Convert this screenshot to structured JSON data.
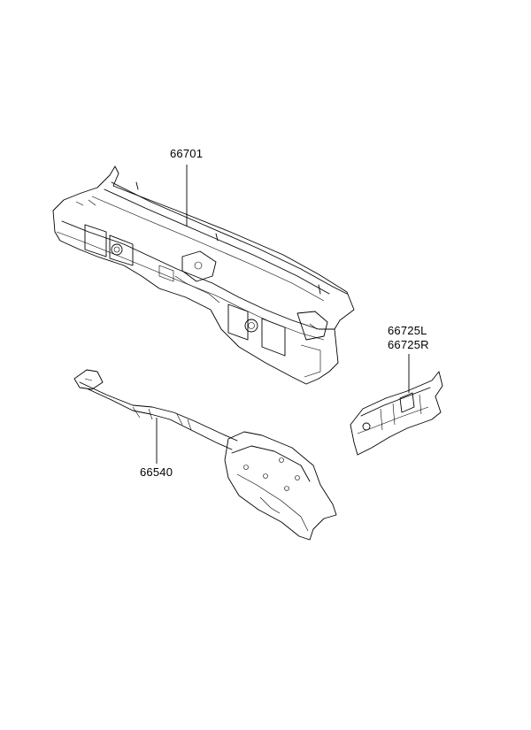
{
  "labels": {
    "cowl_panel": "66701",
    "dash_crossmember": "66540",
    "side_bracket_l": "66725L",
    "side_bracket_r": "66725R"
  }
}
